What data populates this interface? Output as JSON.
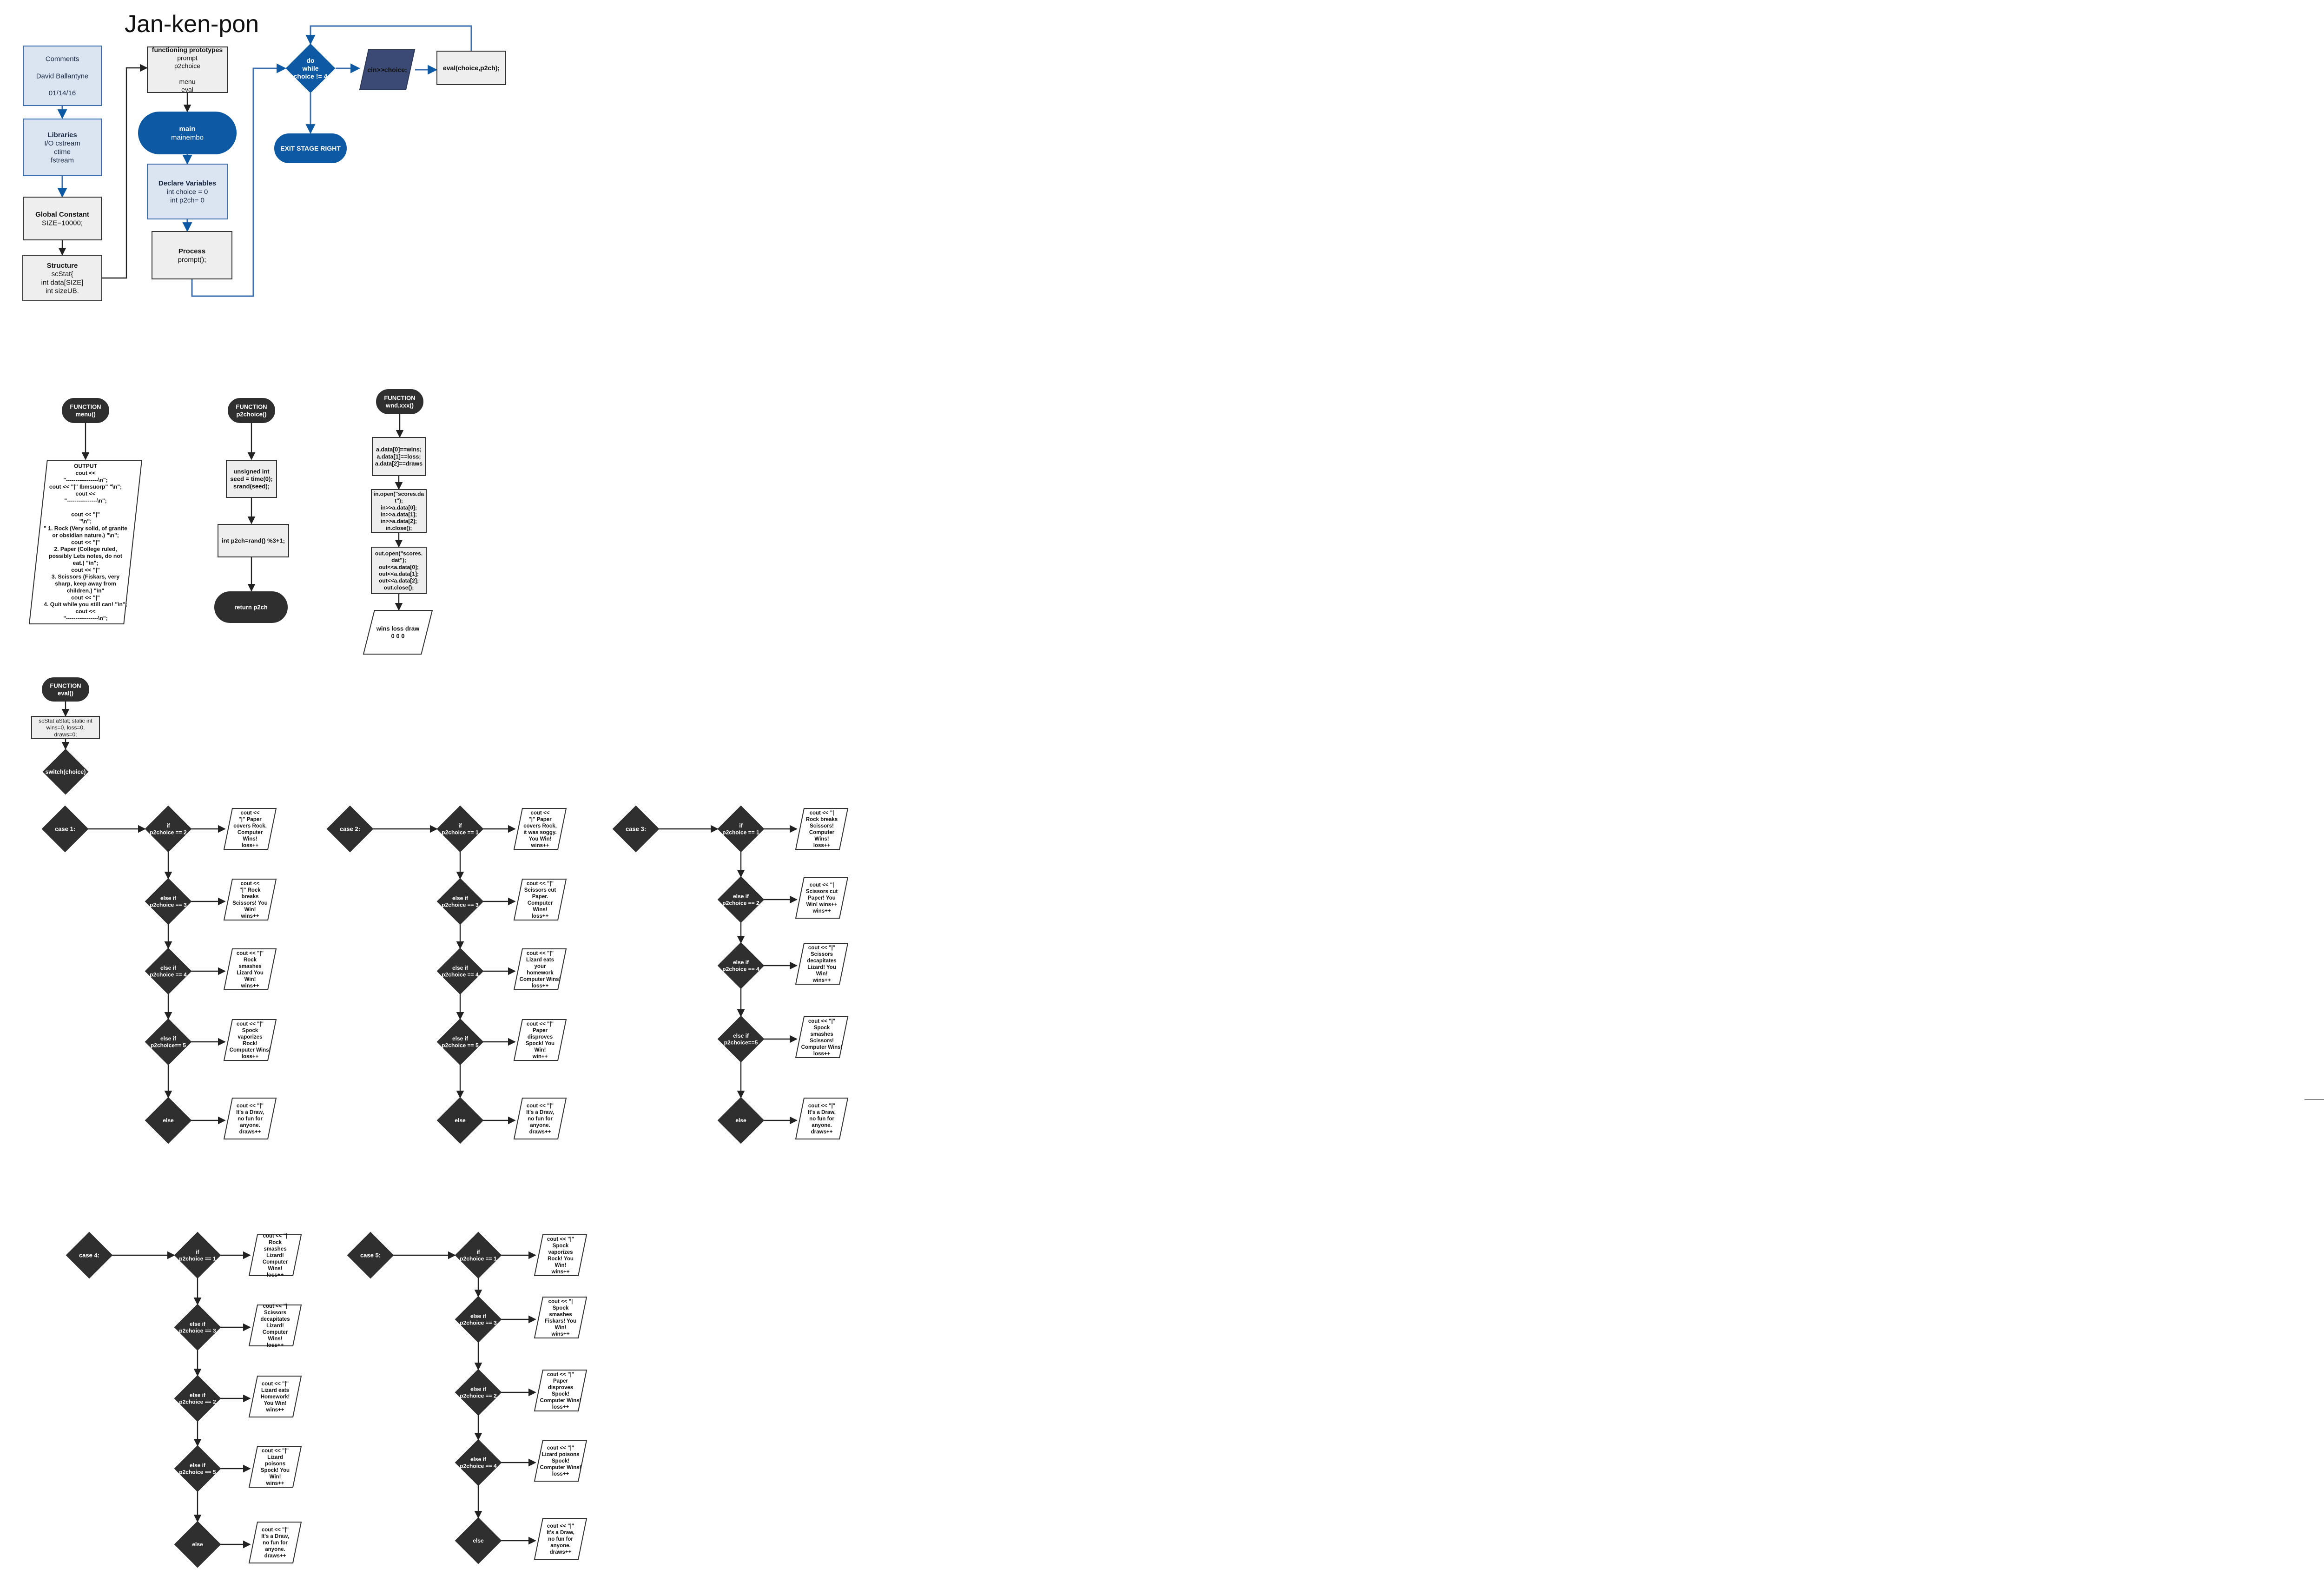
{
  "title": "Jan-ken-pon",
  "colors": {
    "light_blue": "#dbe4f1",
    "light_blue_stroke": "#3c6fb0",
    "grey_fill": "#eeeeee",
    "dark": "#2f2f2f",
    "blue": "#0d59a3",
    "navy": "#3b4a74",
    "white": "#ffffff"
  },
  "top_flow": [
    {
      "id": "comments",
      "lines": [
        "Comments",
        "",
        "David Ballantyne",
        "",
        "01/14/16"
      ],
      "bold": []
    },
    {
      "id": "libraries",
      "lines": [
        "Libraries",
        "I/O cstream",
        "ctime",
        "fstream"
      ],
      "bold": [
        0
      ]
    },
    {
      "id": "global_const",
      "lines": [
        "Global Constant",
        "SIZE=10000;"
      ],
      "bold": [
        0
      ]
    },
    {
      "id": "structure",
      "lines": [
        "Structure",
        "scStat{",
        "int data[SIZE]",
        "int sizeUB."
      ],
      "bold": [
        0
      ]
    },
    {
      "id": "prototypes",
      "lines": [
        "functioning prototypes",
        "prompt",
        "p2choice",
        "",
        "menu",
        "eval"
      ],
      "bold": [
        0
      ]
    },
    {
      "id": "main",
      "lines": [
        "main",
        "mainembo"
      ],
      "bold": [
        0
      ]
    },
    {
      "id": "declare",
      "lines": [
        "Declare Variables",
        "int choice = 0",
        "int p2ch= 0"
      ],
      "bold": [
        0
      ]
    },
    {
      "id": "process",
      "lines": [
        "Process",
        "prompt();"
      ],
      "bold": [
        0
      ]
    },
    {
      "id": "do_while",
      "lines": [
        "do",
        "while",
        "choice != 4"
      ],
      "bold": [
        0,
        1,
        2
      ]
    },
    {
      "id": "input_choice",
      "lines": [
        "cin>>choice;"
      ],
      "bold": [
        0
      ]
    },
    {
      "id": "eval_call",
      "lines": [
        "eval(choice,p2ch);"
      ],
      "bold": [
        0
      ]
    },
    {
      "id": "exit",
      "lines": [
        "EXIT STAGE RIGHT"
      ],
      "bold": [
        0
      ]
    }
  ],
  "functions": {
    "menu": {
      "start": [
        "FUNCTION",
        "menu()"
      ],
      "output": [
        "OUTPUT",
        "cout <<",
        "\"-----------------\\n\";",
        "cout << \"|\" Ibmsuorp\" \"\\n\";",
        "cout <<",
        "\"----------------\\n\";",
        "",
        "cout << \"|\"",
        "\"\\n\";",
        "\" 1. Rock (Very solid, of granite",
        "or obsidian nature.) \"\\n\";",
        "cout << \"|\"",
        "2. Paper (College ruled,",
        "possibly Lets notes, do not",
        "eat.) \"\\n\";",
        "cout << \"|\"",
        "3. Scissors (Fiskars, very",
        "sharp, keep away from",
        "children.) \"\\n\"",
        "cout << \"|\"",
        "4. Quit while you still can! \"\\n\";",
        "cout <<",
        "\"-----------------\\n\";"
      ]
    },
    "p2choice": {
      "start": [
        "FUNCTION",
        "p2choice()"
      ],
      "seed": [
        "unsigned int",
        "seed = time(0);",
        "srand(seed);"
      ],
      "rand": [
        "int p2ch=rand() %3+1;"
      ],
      "ret": [
        "return p2ch"
      ]
    },
    "wnd": {
      "start": [
        "FUNCTION",
        "wnd.xxx()"
      ],
      "init": [
        "a.data[0]==wins;",
        "a.data[1]==loss;",
        "a.data[2]==draws"
      ],
      "in": [
        "in.open(\"scores.da",
        "t\");",
        "in>>a.data[0];",
        "in>>a.data[1];",
        "in>>a.data[2];",
        "in.close();"
      ],
      "out": [
        "out.open(\"scores.",
        "dat\");",
        "out<<a.data[0];",
        "out<<a.data[1];",
        "out<<a.data[2];",
        "out.close();"
      ],
      "show": [
        "wins loss draw",
        "0     0     0"
      ]
    }
  },
  "eval": {
    "start": [
      "FUNCTION",
      "eval()"
    ],
    "decl": [
      "scStat aStat;     static int",
      "wins=0, loss=0,",
      "draws=0;"
    ],
    "switch": [
      "switch(choice)"
    ],
    "cases": [
      {
        "label": [
          "case 1:"
        ],
        "conds": [
          [
            "if",
            "p2choice == 2"
          ],
          [
            "else if",
            "p2choice == 3"
          ],
          [
            "else if",
            "p2choice == 4"
          ],
          [
            "else if",
            "p2choice== 5"
          ],
          [
            "else"
          ]
        ],
        "outs": [
          [
            "cout <<",
            "\"|\" Paper",
            "covers Rock.",
            "Computer",
            "Wins!",
            "loss++"
          ],
          [
            "cout <<",
            "\"|\" Rock",
            "breaks",
            "Scissors! You",
            "Win!",
            "wins++"
          ],
          [
            "cout << \"|\"",
            "Rock",
            "smashes",
            "Lizard You",
            "Win!",
            "wins++"
          ],
          [
            "cout << \"|\"",
            "Spock",
            "vaporizes",
            "Rock!",
            "Computer Wins!",
            "loss++"
          ],
          [
            "cout << \"|\"",
            "It's a Draw,",
            "no fun for",
            "anyone.",
            "draws++"
          ]
        ]
      },
      {
        "label": [
          "case 2:"
        ],
        "conds": [
          [
            "if",
            "p2choice == 1"
          ],
          [
            "else if",
            "p2choice == 3"
          ],
          [
            "else if",
            "p2choice == 4"
          ],
          [
            "else if",
            "p2choice == 5"
          ],
          [
            "else"
          ]
        ],
        "outs": [
          [
            "cout <<",
            "\"|\" Paper",
            "covers Rock,",
            "it was soggy.",
            "You Win!",
            "wins++"
          ],
          [
            "cout << \"|\"",
            "Scissors cut",
            "Paper.",
            "Computer",
            "Wins!",
            "loss++"
          ],
          [
            "cout << \"|\"",
            "Lizard eats",
            "your",
            "homework",
            "Computer Wins!",
            "loss++"
          ],
          [
            "cout << \"|\"",
            "Paper",
            "disproves",
            "Spock! You",
            "Win!",
            "win++"
          ],
          [
            "cout << \"|\"",
            "It's a Draw,",
            "no fun for",
            "anyone.",
            "draws++"
          ]
        ]
      },
      {
        "label": [
          "case 3:"
        ],
        "conds": [
          [
            "if",
            "p2choice == 1"
          ],
          [
            "else if",
            "p2choice == 2"
          ],
          [
            "else if",
            "p2choice == 4"
          ],
          [
            "else if",
            "p2choice==5"
          ],
          [
            "else"
          ]
        ],
        "outs": [
          [
            "cout << \"|",
            "Rock breaks",
            "Scissors!",
            "Computer",
            "Wins!",
            "loss++"
          ],
          [
            "cout << \"|",
            "Scissors cut",
            "Paper! You",
            "Win! wins++",
            " wins++"
          ],
          [
            "cout << \"|\"",
            "Scissors",
            "decapitates",
            "Lizard! You",
            "Win!",
            "wins++"
          ],
          [
            "cout << \"|\"",
            "Spock",
            "smashes",
            "Scissors!",
            "Computer Wins!",
            "loss++"
          ],
          [
            "cout << \"|\"",
            "It's a Draw,",
            "no fun for",
            "anyone.",
            "draws++"
          ]
        ]
      },
      {
        "label": [
          "case 4:"
        ],
        "conds": [
          [
            "if",
            "p2choice == 1"
          ],
          [
            "else if",
            "p2choice == 3"
          ],
          [
            "else if",
            "p2choice == 2"
          ],
          [
            "else if",
            "p2choice == 5"
          ],
          [
            "else"
          ]
        ],
        "outs": [
          [
            "cout << \"|",
            "Rock",
            "smashes",
            "Lizard!",
            "Computer",
            "Wins!",
            "loss++"
          ],
          [
            "cout << \"|",
            "Scissors",
            "decapitates",
            "Lizard!",
            "Computer",
            "Wins!",
            "loss++"
          ],
          [
            "cout << \"|\"",
            "Lizard eats",
            "Homework!",
            "You Win!",
            "wins++"
          ],
          [
            "cout << \"|\"",
            "Lizard",
            "poisons",
            "Spock! You",
            "Win!",
            "wins++"
          ],
          [
            "cout << \"|\"",
            "It's a Draw,",
            "no fun for",
            "anyone.",
            "draws++"
          ]
        ]
      },
      {
        "label": [
          "case 5:"
        ],
        "conds": [
          [
            "if",
            "p2choice == 1"
          ],
          [
            "else if",
            "p2choice == 3"
          ],
          [
            "else if",
            "p2choice == 2"
          ],
          [
            "else if",
            "p2choice == 4"
          ],
          [
            "else"
          ]
        ],
        "outs": [
          [
            "cout << \"|\"",
            "Spock",
            "vaporizes",
            "Rock! You",
            "Win!",
            "wins++"
          ],
          [
            "cout << \"|",
            "Spock",
            "smashes",
            "Fiskars! You",
            "Win!",
            "wins++"
          ],
          [
            "cout << \"|\"",
            "Paper",
            "disproves",
            "Spock!",
            "Computer Wins!",
            "loss++"
          ],
          [
            "cout << \"|\"",
            "Lizard poisons",
            "Spock!",
            "Computer Wins!",
            "loss++"
          ],
          [
            "cout << \"|\"",
            "It's a Draw,",
            "no fun for",
            "anyone.",
            "draws++"
          ]
        ]
      }
    ]
  }
}
